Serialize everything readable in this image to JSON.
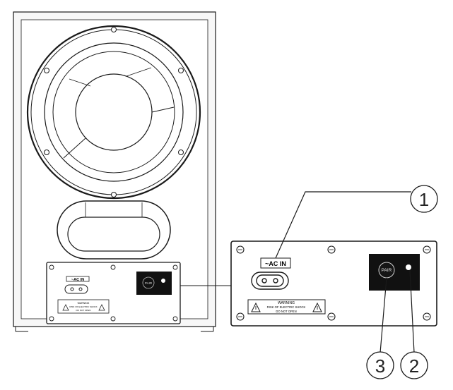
{
  "subwoofer_panel": {
    "ac_in_label": "~AC IN",
    "pair_label": "PAIR",
    "warning_line_1": "WARNING",
    "warning_line_2": "RISK OF ELECTRIC SHOCK",
    "warning_line_3": "DO NOT OPEN"
  },
  "detail_panel": {
    "ac_in_label": "~AC IN",
    "pair_label": "PAIR",
    "warning_line_1": "WARNING",
    "warning_line_2": "RISK OF ELECTRIC SHOCK",
    "warning_line_3": "DO NOT OPEN"
  },
  "callouts": [
    {
      "number": "1"
    },
    {
      "number": "2"
    },
    {
      "number": "3"
    }
  ],
  "colors": {
    "line": "#1a1a1a",
    "pair_box": "#111111"
  }
}
